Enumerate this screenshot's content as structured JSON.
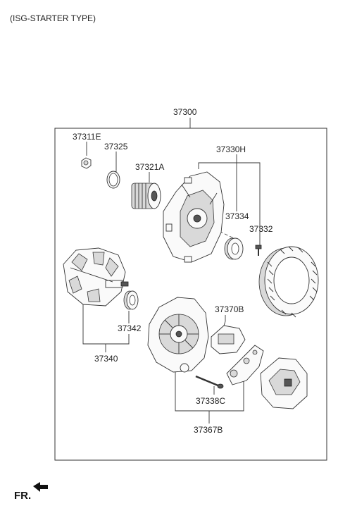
{
  "header": {
    "variant": "(ISG-STARTER TYPE)"
  },
  "assembly": {
    "number": "37300"
  },
  "parts": {
    "nut": "37311E",
    "spacer": "37325",
    "pulley": "37321A",
    "front_bracket": "37330H",
    "front_bearing": "37334",
    "bolt": "37332",
    "rotor_bearing": "37342",
    "rotor_assembly": "37340",
    "regulator": "37370B",
    "through_bolt": "37338C",
    "rear_group": "37367B"
  },
  "footer": {
    "direction": "FR."
  },
  "icons": {
    "direction_arrow": "arrow-left-icon"
  }
}
